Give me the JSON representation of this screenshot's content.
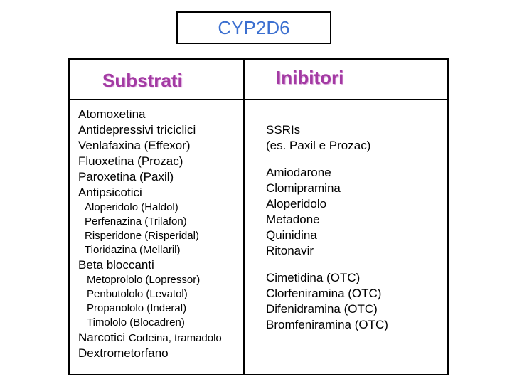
{
  "title": "CYP2D6",
  "headers": {
    "substrati": "Substrati",
    "inibitori": "Inibitori"
  },
  "substrati": {
    "atomoxetina": "Atomoxetina",
    "antidepressivi": "Antidepressivi triciclici",
    "venlafaxina": "Venlafaxina (Effexor)",
    "fluoxetina": "Fluoxetina (Prozac)",
    "paroxetina": "Paroxetina (Paxil)",
    "antipsicotici": "Antipsicotici",
    "aloperidolo": "Aloperidolo (Haldol)",
    "perfenazina": "Perfenazina (Trilafon)",
    "risperidone": "Risperidone (Risperidal)",
    "tioridazina": "Tioridazina (Mellaril)",
    "beta_bloccanti": "Beta bloccanti",
    "metoprololo": "Metoprololo (Lopressor)",
    "penbutololo": "Penbutololo (Levatol)",
    "propanololo": "Propanololo (Inderal)",
    "timololo": "Timololo (Blocadren)",
    "narcotici": "Narcotici",
    "narcotici_detail": "Codeina, tramadolo",
    "destrometorfano": "Dextrometorfano"
  },
  "inibitori": {
    "ssris": "SSRIs",
    "ssris_detail": "(es. Paxil e Prozac)",
    "amiodarone": "Amiodarone",
    "clomipramina": "Clomipramina",
    "aloperidolo": "Aloperidolo",
    "metadone": "Metadone",
    "quinidina": "Quinidina",
    "ritonavir": "Ritonavir",
    "cimetidina": "Cimetidina (OTC)",
    "clorfeniramina": "Clorfeniramina (OTC)",
    "difenidramina": "Difenidramina (OTC)",
    "bromfeniramina": "Bromfeniramina (OTC)"
  }
}
